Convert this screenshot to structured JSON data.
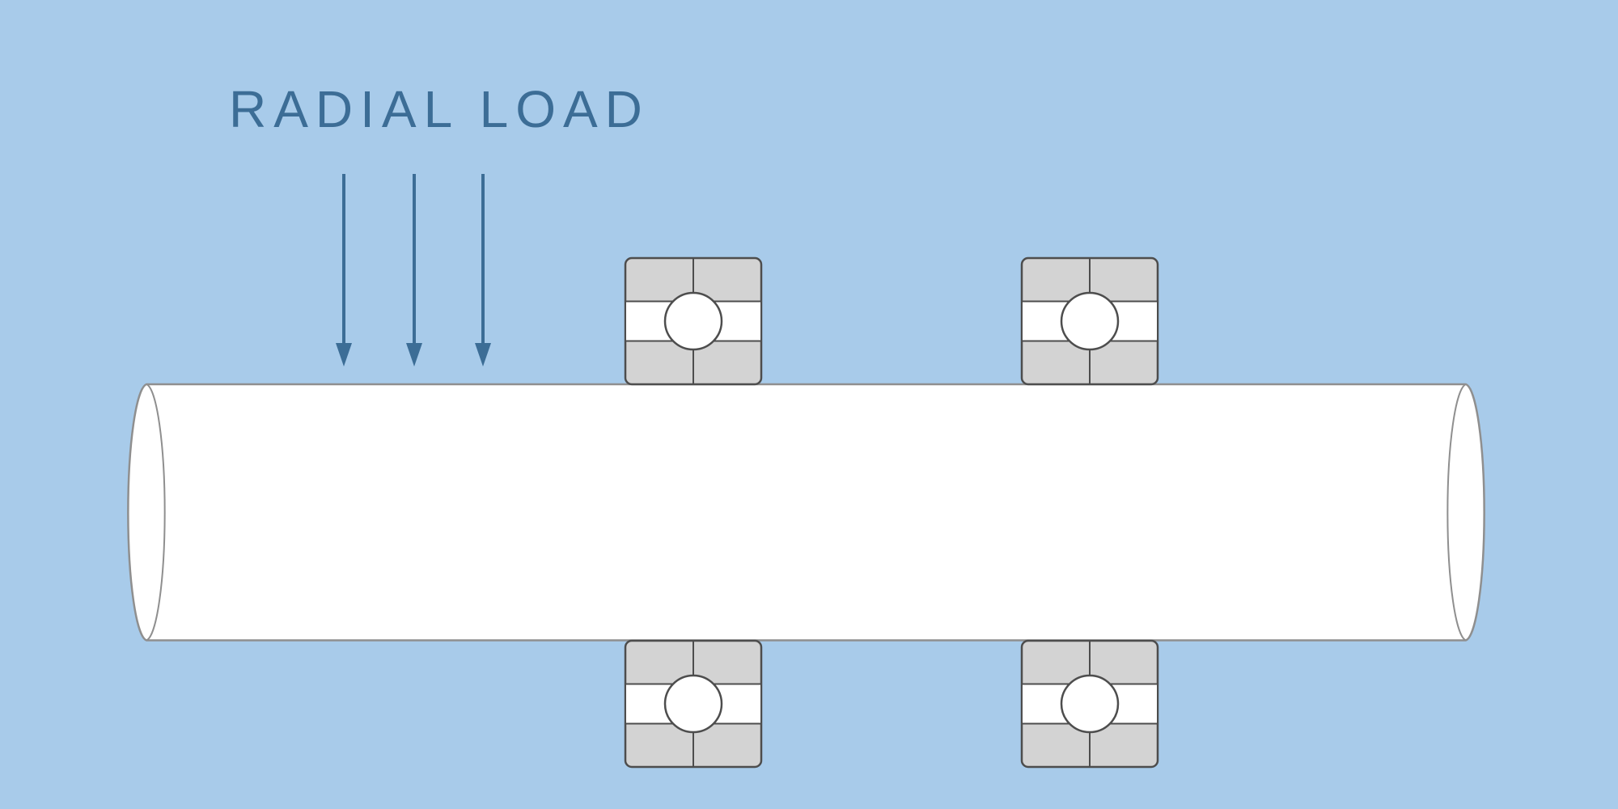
{
  "diagram": {
    "label": "RADIAL LOAD",
    "arrows": {
      "icon": "down-arrow-icon",
      "count": 3
    },
    "components": [
      "shaft",
      "bearing-top-left",
      "bearing-top-right",
      "bearing-bottom-left",
      "bearing-bottom-right"
    ]
  },
  "colors": {
    "background": "#a8cbea",
    "label_text": "#3c6d96",
    "arrow": "#3c6d96",
    "shaft_fill": "#ffffff",
    "shaft_stroke": "#8f8f8f",
    "bearing_fill": "#d3d3d3",
    "bearing_stroke": "#4d4d4d",
    "ball_fill": "#ffffff"
  }
}
